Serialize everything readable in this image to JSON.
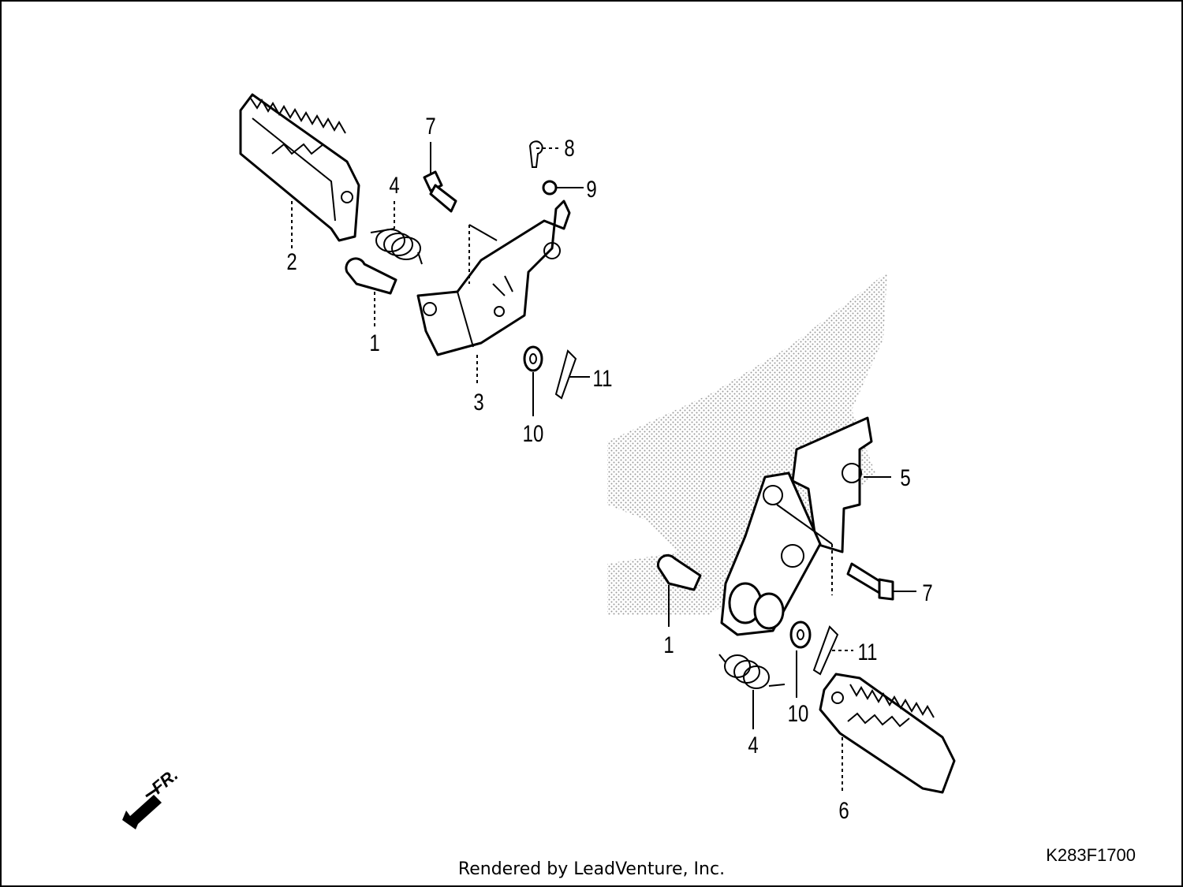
{
  "labels": {
    "l1a": "1",
    "l2": "2",
    "l3": "3",
    "l4a": "4",
    "l7a": "7",
    "l8": "8",
    "l9": "9",
    "l10a": "10",
    "l11a": "11",
    "l5": "5",
    "l7b": "7",
    "l1b": "1",
    "l11b": "11",
    "l10b": "10",
    "l4b": "4",
    "l6": "6"
  },
  "direction_label": "FR.",
  "diagram_code": "K283F1700",
  "credit": "Rendered by LeadVenture, Inc.",
  "colors": {
    "ink": "#000000",
    "halftone": "#9a9a9a",
    "background": "#ffffff"
  }
}
